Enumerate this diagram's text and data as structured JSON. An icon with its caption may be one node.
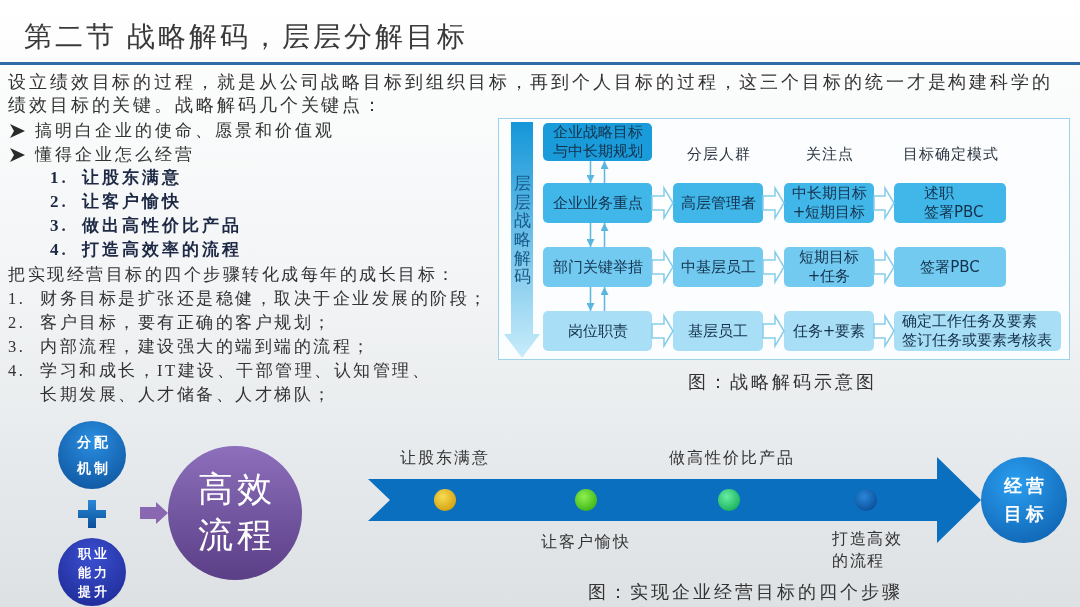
{
  "diagram": {
    "title": "第二节 战略解码，层层分解目标",
    "nodes": [
      {
        "text": [],
        "shape": "box",
        "beside": [
          "图：战略解码示意图"
        ]
      },
      {
        "text": [
          "层层战略解码"
        ],
        "in": 0
      },
      {
        "text": [
          "企业战略目标与中长期规划"
        ],
        "in": 0
      },
      {
        "text": [
          "企业业务重点"
        ],
        "in": 0
      },
      {
        "text": [
          "高层管理者"
        ],
        "in": 0
      },
      {
        "text": [
          "中长期目标+短期目标"
        ],
        "in": 0
      },
      {
        "text": [
          "述职",
          "签署PBC"
        ],
        "in": 0
      },
      {
        "text": [
          "部门关键举措"
        ],
        "in": 0
      },
      {
        "text": [
          "中基层员工"
        ],
        "in": 0
      },
      {
        "text": [
          "短期目标+任务"
        ],
        "in": 0
      },
      {
        "text": [
          "签署PBC"
        ],
        "in": 0
      },
      {
        "text": [
          "岗位职责"
        ],
        "in": 0
      },
      {
        "text": [
          "基层员工"
        ],
        "in": 0
      },
      {
        "text": [
          "任务+要素"
        ],
        "in": 0
      },
      {
        "text": [
          "确定工作任务及要素",
          "签订任务或要素考核表"
        ],
        "in": 0
      },
      {
        "text": [
          "分配机制"
        ]
      },
      {
        "text": [
          "职业能力提升"
        ]
      },
      {
        "text": [
          "高效流程"
        ]
      },
      {
        "text": [
          "经营目标"
        ]
      }
    ],
    "edges": [
      {
        "from": 2,
        "to": 3,
        "arrow": "to"
      },
      {
        "from": 3,
        "to": 2,
        "arrow": "to"
      },
      {
        "from": 3,
        "to": 7,
        "arrow": "to"
      },
      {
        "from": 7,
        "to": 3,
        "arrow": "to"
      },
      {
        "from": 7,
        "to": 11,
        "arrow": "to"
      },
      {
        "from": 11,
        "to": 7,
        "arrow": "to"
      },
      {
        "from": 3,
        "to": 4,
        "arrow": "to",
        "style": "thick"
      },
      {
        "from": 4,
        "to": 5,
        "arrow": "to",
        "style": "thick"
      },
      {
        "from": 5,
        "to": 6,
        "arrow": "to",
        "style": "thick"
      },
      {
        "from": 7,
        "to": 8,
        "arrow": "to",
        "style": "thick"
      },
      {
        "from": 8,
        "to": 9,
        "arrow": "to",
        "style": "thick"
      },
      {
        "from": 9,
        "to": 10,
        "arrow": "to",
        "style": "thick"
      },
      {
        "from": 11,
        "to": 12,
        "arrow": "to",
        "style": "thick"
      },
      {
        "from": 12,
        "to": 13,
        "arrow": "to",
        "style": "thick"
      },
      {
        "from": 13,
        "to": 14,
        "arrow": "to",
        "style": "thick"
      },
      {
        "from": null,
        "to": 17,
        "arrow": "to",
        "style": "thick",
        "color": "#8a67b1"
      },
      {
        "from": null,
        "to": 18,
        "arrow": "to",
        "style": "thick",
        "color": "#0b6fc0"
      }
    ],
    "labels": [
      "设立绩效目标的过程，就是从公司战略目标到组织目标，再到个人目标的过程，这三个目标的统一才是构建科学的绩效目标的关键。战略解码几个关键点：",
      "搞明白企业的使命、愿景和价值观",
      "懂得企业怎么经营",
      "1. 让股东满意",
      "2. 让客户愉快",
      "3. 做出高性价比产品",
      "4. 打造高效率的流程",
      "把实现经营目标的四个步骤转化成每年的成长目标：",
      "1. 财务目标是扩张还是稳健，取决于企业发展的阶段；",
      "2. 客户目标，要有正确的客户规划；",
      "3. 内部流程，建设强大的端到端的流程；",
      "4. 学习和成长，IT建设、干部管理、认知管理、长期发展、人才储备、人才梯队；",
      "分层人群",
      "关注点",
      "目标确定模式",
      "让股东满意",
      "做高性价比产品",
      "让客户愉快",
      "打造高效的流程",
      "图：实现企业经营目标的四个步骤"
    ]
  }
}
